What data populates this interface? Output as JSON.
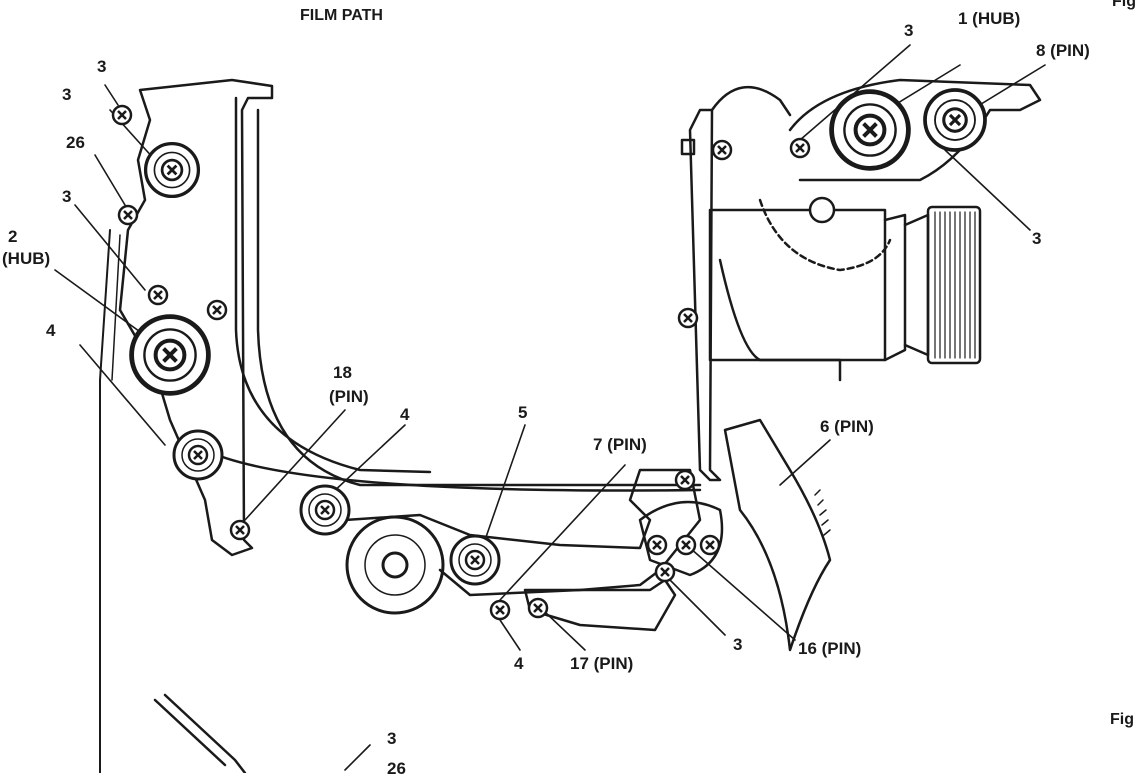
{
  "title": "FILM PATH",
  "fig_top": "Fig",
  "fig_bottom": "Fig",
  "labels": {
    "l3_top_left": "3",
    "l3_second_left": "3",
    "l26_left": "26",
    "l3_third_left": "3",
    "l2": "2",
    "l2_hub": "(HUB)",
    "l4_left": "4",
    "l18": "18",
    "l18_pin": "(PIN)",
    "l4_mid": "4",
    "l5": "5",
    "l7_pin": "7 (PIN)",
    "l6_pin": "6 (PIN)",
    "l3_top_right": "3",
    "l1_hub": "1 (HUB)",
    "l8_pin": "8 (PIN)",
    "l3_right": "3",
    "l4_bottom": "4",
    "l17_pin": "17 (PIN)",
    "l3_bottom_mid": "3",
    "l16_pin": "16 (PIN)",
    "l3_bottom_left": "3",
    "l26_bottom": "26"
  },
  "colors": {
    "ink": "#1a1a1a",
    "paper": "#ffffff"
  }
}
